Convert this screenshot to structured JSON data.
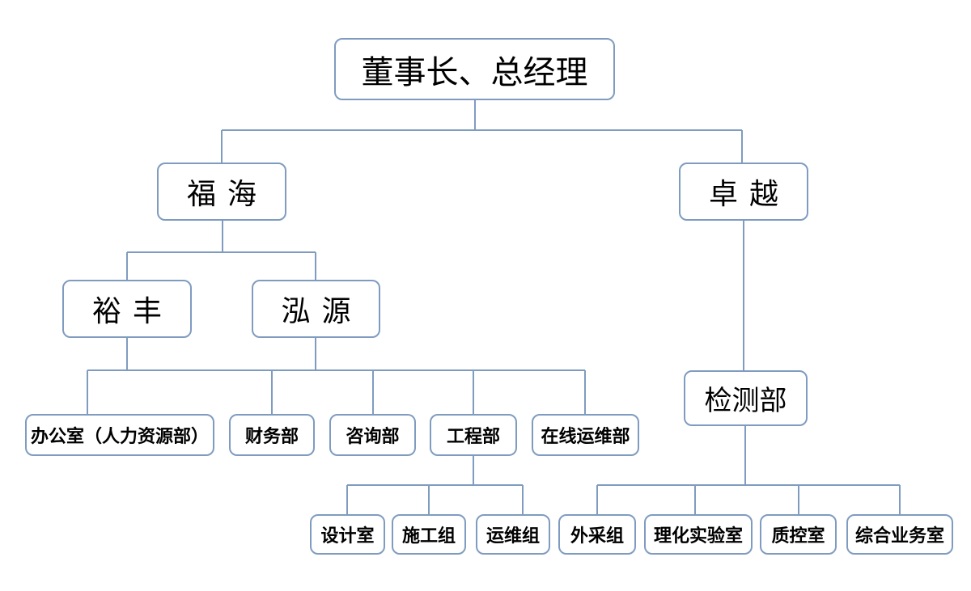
{
  "org_chart": {
    "root": "董事长、总经理",
    "level1": {
      "fuhai": "福海",
      "zhuoyue": "卓越"
    },
    "level2": {
      "yufeng": "裕丰",
      "hongyuan": "泓源",
      "jiance": "检测部"
    },
    "hongyuan_departments": {
      "bangong": "办公室（人力资源部）",
      "caiwu": "财务部",
      "zixun": "咨询部",
      "gongcheng": "工程部",
      "zaixian": "在线运维部"
    },
    "gongcheng_units": {
      "sheji": "设计室",
      "shigong": "施工组",
      "yunwei": "运维组"
    },
    "jiance_units": {
      "waicai": "外采组",
      "lihua": "理化实验室",
      "zhikong": "质控室",
      "zonghe": "综合业务室"
    },
    "colors": {
      "border": "#7f9cc0",
      "connector": "#7f9cc0",
      "text": "#000000",
      "background": "#ffffff"
    }
  }
}
